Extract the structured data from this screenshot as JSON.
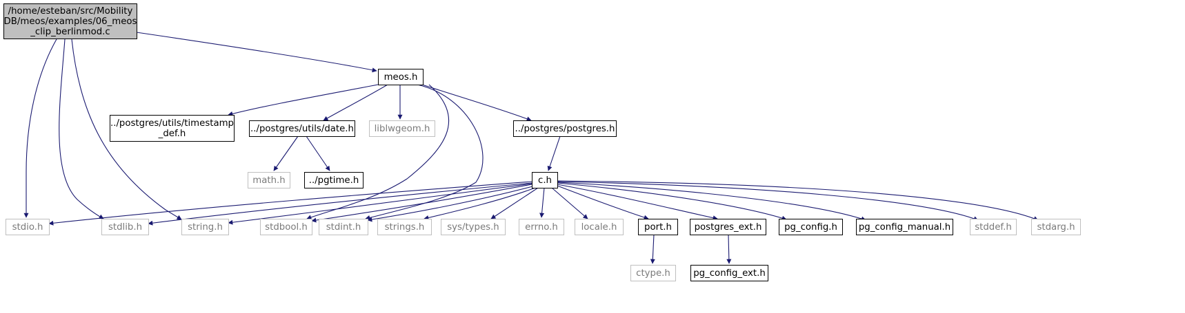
{
  "colors": {
    "edge": "#191970",
    "root_fill": "#bfbfbf",
    "node_border": "#000000",
    "external_border": "#bfbfbf",
    "external_text": "#7a7a7a"
  },
  "nodes": [
    {
      "id": "root",
      "lines": [
        "/home/esteban/src/Mobility",
        "DB/meos/examples/06_meos",
        "_clip_berlinmod.c"
      ],
      "style": "root"
    },
    {
      "id": "meos",
      "lines": [
        "meos.h"
      ],
      "style": "normal"
    },
    {
      "id": "timestamp",
      "lines": [
        "../postgres/utils/timestamp",
        "_def.h"
      ],
      "style": "normal"
    },
    {
      "id": "date",
      "lines": [
        "../postgres/utils/date.h"
      ],
      "style": "normal"
    },
    {
      "id": "liblwgeom",
      "lines": [
        "liblwgeom.h"
      ],
      "style": "external"
    },
    {
      "id": "postgres",
      "lines": [
        "../postgres/postgres.h"
      ],
      "style": "normal"
    },
    {
      "id": "math",
      "lines": [
        "math.h"
      ],
      "style": "external"
    },
    {
      "id": "pgtime",
      "lines": [
        "../pgtime.h"
      ],
      "style": "normal"
    },
    {
      "id": "ch",
      "lines": [
        "c.h"
      ],
      "style": "normal"
    },
    {
      "id": "stdio",
      "lines": [
        "stdio.h"
      ],
      "style": "external"
    },
    {
      "id": "stdlib",
      "lines": [
        "stdlib.h"
      ],
      "style": "external"
    },
    {
      "id": "string",
      "lines": [
        "string.h"
      ],
      "style": "external"
    },
    {
      "id": "stdbool",
      "lines": [
        "stdbool.h"
      ],
      "style": "external"
    },
    {
      "id": "stdint",
      "lines": [
        "stdint.h"
      ],
      "style": "external"
    },
    {
      "id": "strings",
      "lines": [
        "strings.h"
      ],
      "style": "external"
    },
    {
      "id": "systypes",
      "lines": [
        "sys/types.h"
      ],
      "style": "external"
    },
    {
      "id": "errno",
      "lines": [
        "errno.h"
      ],
      "style": "external"
    },
    {
      "id": "locale",
      "lines": [
        "locale.h"
      ],
      "style": "external"
    },
    {
      "id": "port",
      "lines": [
        "port.h"
      ],
      "style": "normal"
    },
    {
      "id": "pgext",
      "lines": [
        "postgres_ext.h"
      ],
      "style": "normal"
    },
    {
      "id": "pgconfig",
      "lines": [
        "pg_config.h"
      ],
      "style": "normal"
    },
    {
      "id": "pgconfman",
      "lines": [
        "pg_config_manual.h"
      ],
      "style": "normal"
    },
    {
      "id": "stddef",
      "lines": [
        "stddef.h"
      ],
      "style": "external"
    },
    {
      "id": "stdarg",
      "lines": [
        "stdarg.h"
      ],
      "style": "external"
    },
    {
      "id": "ctype",
      "lines": [
        "ctype.h"
      ],
      "style": "external"
    },
    {
      "id": "pgconfext",
      "lines": [
        "pg_config_ext.h"
      ],
      "style": "normal"
    }
  ],
  "edges": [
    {
      "from": "root",
      "to": "meos"
    },
    {
      "from": "root",
      "to": "stdio"
    },
    {
      "from": "root",
      "to": "stdlib"
    },
    {
      "from": "root",
      "to": "string"
    },
    {
      "from": "meos",
      "to": "timestamp"
    },
    {
      "from": "meos",
      "to": "date"
    },
    {
      "from": "meos",
      "to": "liblwgeom"
    },
    {
      "from": "meos",
      "to": "postgres"
    },
    {
      "from": "meos",
      "to": "stdbool"
    },
    {
      "from": "meos",
      "to": "stdint"
    },
    {
      "from": "date",
      "to": "math"
    },
    {
      "from": "date",
      "to": "pgtime"
    },
    {
      "from": "postgres",
      "to": "ch"
    },
    {
      "from": "ch",
      "to": "stdio"
    },
    {
      "from": "ch",
      "to": "stdlib"
    },
    {
      "from": "ch",
      "to": "string"
    },
    {
      "from": "ch",
      "to": "stdbool"
    },
    {
      "from": "ch",
      "to": "stdint"
    },
    {
      "from": "ch",
      "to": "strings"
    },
    {
      "from": "ch",
      "to": "systypes"
    },
    {
      "from": "ch",
      "to": "errno"
    },
    {
      "from": "ch",
      "to": "locale"
    },
    {
      "from": "ch",
      "to": "port"
    },
    {
      "from": "ch",
      "to": "pgext"
    },
    {
      "from": "ch",
      "to": "pgconfig"
    },
    {
      "from": "ch",
      "to": "pgconfman"
    },
    {
      "from": "ch",
      "to": "stddef"
    },
    {
      "from": "ch",
      "to": "stdarg"
    },
    {
      "from": "port",
      "to": "ctype"
    },
    {
      "from": "pgext",
      "to": "pgconfext"
    }
  ]
}
